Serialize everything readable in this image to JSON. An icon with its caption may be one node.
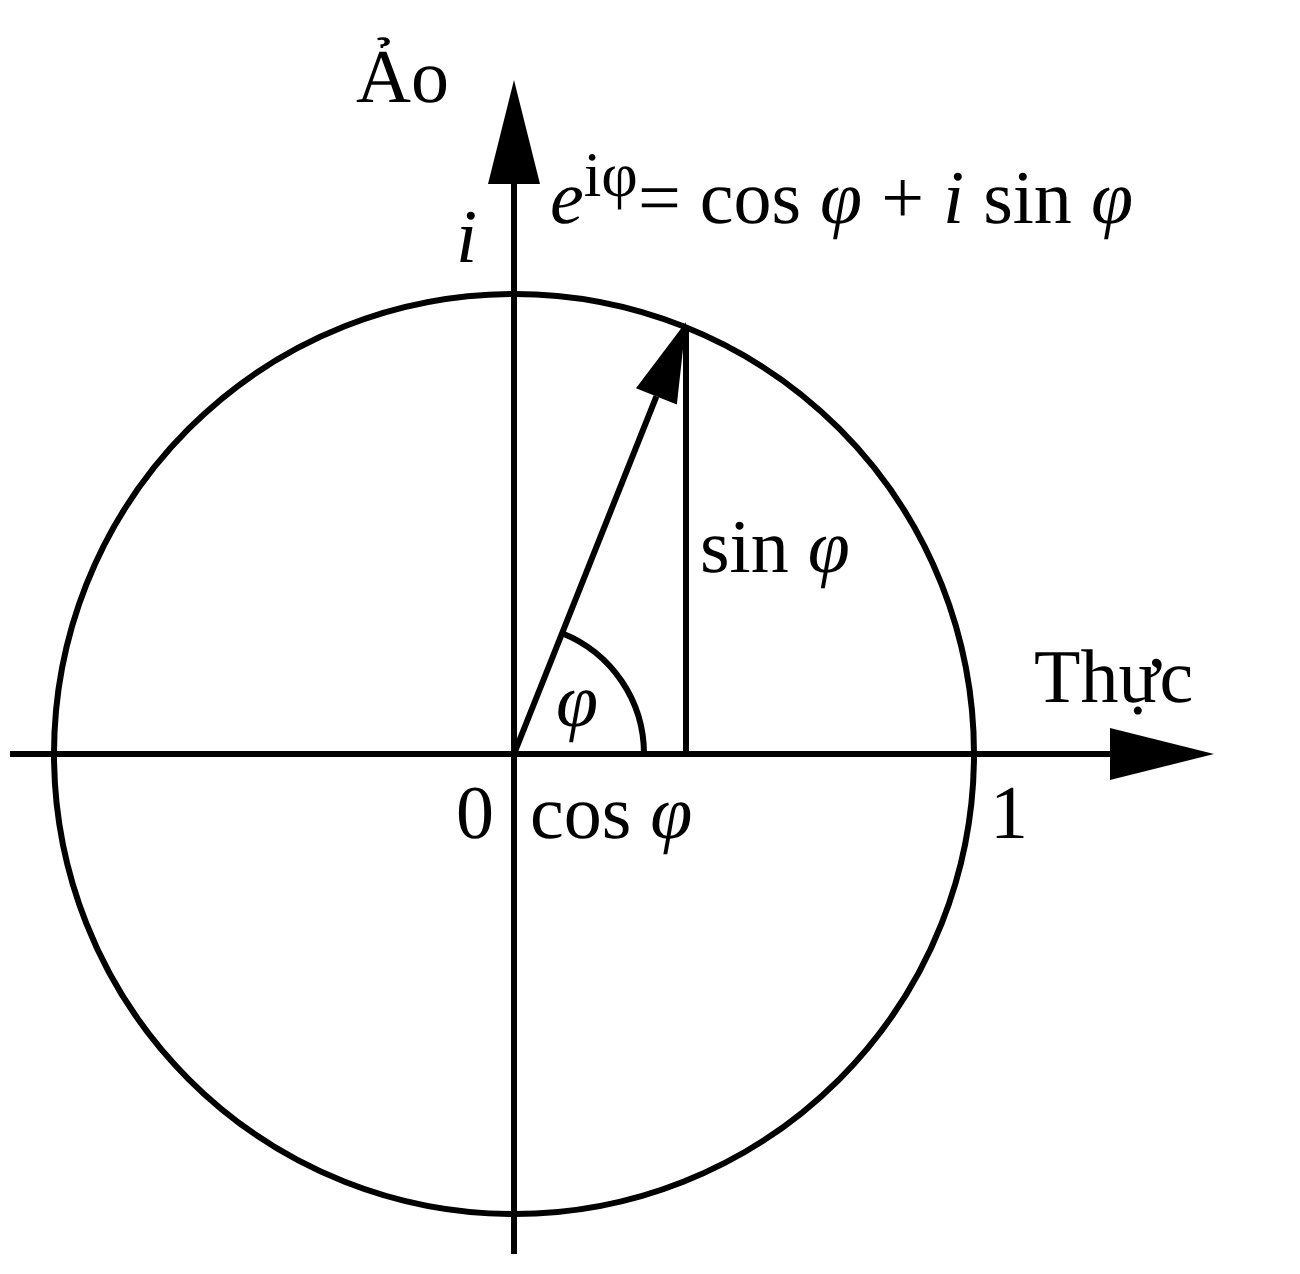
{
  "diagram": {
    "labels": [
      "Ảo",
      "*e*$^{iφ}$= cos *φ* + *i* sin *φ*",
      "*i*",
      "sin *φ*",
      "*φ*",
      "Thực",
      "0",
      "cos *φ*",
      "1"
    ]
  }
}
